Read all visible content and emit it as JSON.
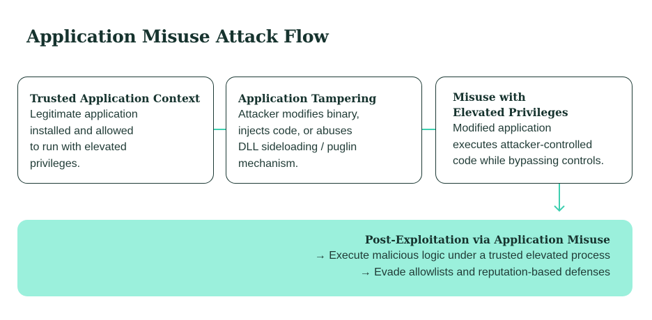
{
  "title": "Application Misuse Attack Flow",
  "steps": [
    {
      "title": "Trusted Application Context",
      "body": "Legitimate application\ninstalled and allowed\nto run with elevated\nprivileges."
    },
    {
      "title": "Application Tampering",
      "body": "Attacker modifies binary,\ninjects code, or abuses\nDLL sideloading / puglin\nmechanism."
    },
    {
      "title": "Misuse with\nElevated Privileges",
      "body": "Modified application\nexecutes attacker-controlled\ncode while bypassing controls."
    }
  ],
  "result": {
    "title": "Post-Exploitation via Application Misuse",
    "lines": [
      "→ Execute malicious logic under a trusted elevated process",
      "→ Evade allowlists and reputation-based defenses"
    ]
  },
  "colors": {
    "accent": "#3ecfb0",
    "result_fill": "#9bf0dc",
    "border": "#1d3a35",
    "text": "#16332e"
  }
}
